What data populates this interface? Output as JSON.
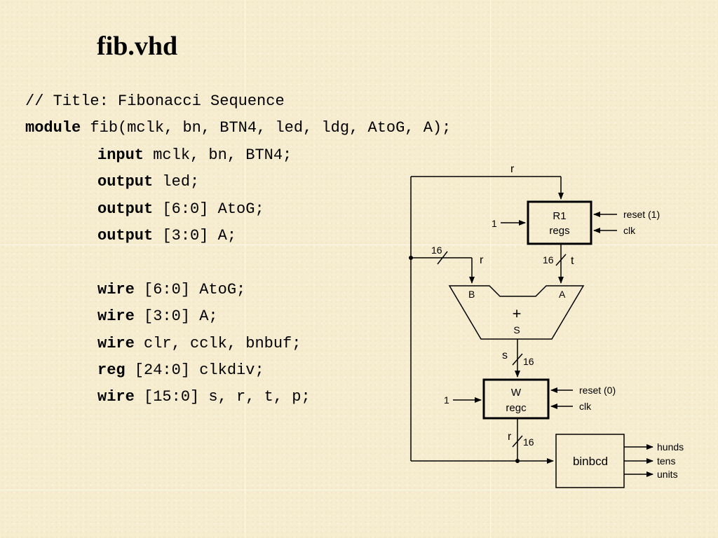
{
  "title": "fib.vhd",
  "code": [
    {
      "kw": "",
      "text": "// Title: Fibonacci Sequence",
      "indent": false
    },
    {
      "kw": "module",
      "text": " fib(mclk, bn, BTN4, led, ldg, AtoG, A);",
      "indent": false
    },
    {
      "kw": "input",
      "text": " mclk, bn, BTN4;",
      "indent": true
    },
    {
      "kw": "output",
      "text": " led;",
      "indent": true
    },
    {
      "kw": "output",
      "text": " [6:0] AtoG;",
      "indent": true
    },
    {
      "kw": "output",
      "text": " [3:0] A;",
      "indent": true
    },
    {
      "kw": "",
      "text": "",
      "indent": true
    },
    {
      "kw": "wire",
      "text": " [6:0] AtoG;",
      "indent": true
    },
    {
      "kw": "wire",
      "text": " [3:0] A;",
      "indent": true
    },
    {
      "kw": "wire",
      "text": " clr, cclk, bnbuf;",
      "indent": true
    },
    {
      "kw": "reg",
      "text": " [24:0] clkdiv;",
      "indent": true
    },
    {
      "kw": "wire",
      "text": " [15:0] s, r, t, p;",
      "indent": true
    }
  ],
  "diagram": {
    "r_top": "r",
    "reg1_name": "R1",
    "reg1_type": "regs",
    "reg1_in": "1",
    "reg1_reset": "reset  (1)",
    "reg1_clk": "clk",
    "bus_width_left": "16",
    "r_left": "r",
    "bus_width_t": "16",
    "t_label": "t",
    "adder_b": "B",
    "adder_a": "A",
    "adder_op": "+",
    "adder_s": "S",
    "s_label": "s",
    "bus_width_s": "16",
    "reg2_name": "W",
    "reg2_type": "regc",
    "reg2_in": "1",
    "reg2_reset": "reset  (0)",
    "reg2_clk": "clk",
    "r_bottom": "r",
    "bus_width_r": "16",
    "binbcd": "binbcd",
    "out_hunds": "hunds",
    "out_tens": "tens",
    "out_units": "units"
  }
}
